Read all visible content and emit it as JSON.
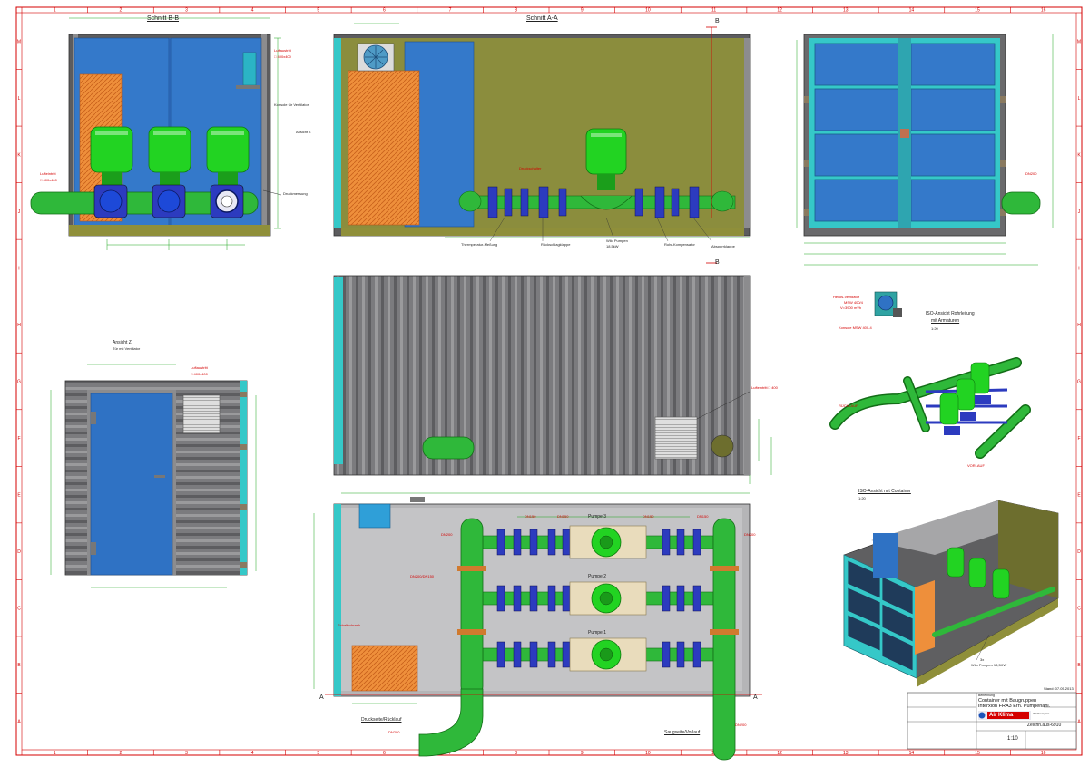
{
  "grid": {
    "columns": [
      "1",
      "2",
      "3",
      "4",
      "5",
      "6",
      "7",
      "8",
      "9",
      "10",
      "11",
      "12",
      "13",
      "14",
      "15",
      "16"
    ],
    "rows": [
      "M",
      "L",
      "K",
      "J",
      "I",
      "H",
      "G",
      "F",
      "E",
      "D",
      "C",
      "B",
      "A"
    ]
  },
  "section_labels": {
    "section_a_marker": "A",
    "section_b_marker": "B"
  },
  "views": {
    "schnitt_bb": {
      "title": "Schnitt B-B",
      "luftaustritt": "Luftaustritt",
      "luftaustritt_size": "□ 400x400",
      "konsole": "Konsole für Ventilator",
      "ansicht_z": "Ansicht Z",
      "lufteintritt": "Lufteintritt",
      "lufteintritt_size": "□ 400x400",
      "druckmessung": "Druckmessung"
    },
    "schnitt_aa": {
      "title": "Schnitt A-A",
      "druckschalter": "Druckschalter",
      "temperatur": "Thermperatur-Meßung",
      "rueckschlagklappe": "Rückschlagklappe",
      "wilo_pumpen": "Wilo Pumpen",
      "wilo_kw": "18,5kW",
      "rohr_kompensator": "Rohr-Kompensator",
      "absperrklappe": "Absperrklappe"
    },
    "ansicht_z": {
      "title": "Ansicht Z",
      "subtitle": "Tür mit Ventilator",
      "luftaustritt": "Luftaustritt",
      "luftaustritt_size": "□ 400x400"
    },
    "side": {
      "lufteintritt": "Lufteintritt □ 400"
    },
    "plan": {
      "pumpe1": "Pumpe 1",
      "pumpe2": "Pumpe 2",
      "pumpe3": "Pumpe 3",
      "dn200_a": "DN200",
      "dn200_b": "DN200",
      "dn150_a": "DN150",
      "dn150_b": "DN150",
      "dn150_c": "DN150",
      "dn150_d": "DN150",
      "dn200_150": "DN200/DN150",
      "schaltschrank": "Schaltschrank",
      "druckseite": "Druckseite/Rücklauf",
      "saugseite": "Saugseite/Vorlauf",
      "dn200_bottom_left": "DN200",
      "dn200_bottom_right": "DN200"
    },
    "right_front": {
      "dn200": "DN200"
    },
    "iso_pipe": {
      "title_line1": "ISO-Ansicht Rohrleitung",
      "title_line2": "mit Armaturen",
      "scale": "1:20",
      "helios": "Helios-Ventilator",
      "helios_model": "MSW 400/4",
      "helios_flow": "V=3900 m³/h",
      "konsole": "Konsole MSW 400-4",
      "ruecklauf": "RÜCKLAUF",
      "vorlauf": "VORLAUF"
    },
    "iso_container": {
      "title": "ISO-Ansicht mit Container",
      "scale": "1:20",
      "pumps_qty": "3x",
      "pumps": "Wilo Pumpen 18,5KW"
    }
  },
  "title_block": {
    "stand": "Stand: 07.05.2013",
    "benennung": "Benennung",
    "line1": "Container mit Baugruppen",
    "line2": "Interxion FRA3 Ern. Pumpenanl.",
    "zeichnungsnr_label": "Zeichnungsnr.",
    "zeichnungsnr": "Zeichn.aus-6910",
    "logo": "Air Klima",
    "scale": "1:10"
  },
  "colors": {
    "frame": "#d40000",
    "dimension": "#1aa61a",
    "pump_green": "#1fc61f",
    "pipe_green": "#27b527",
    "panel_blue": "#2f72c4",
    "olive_wall": "#8b8d3d",
    "orange_box": "#ee8f3b",
    "teal": "#35c8c8",
    "cladding": "#7e7e80"
  }
}
